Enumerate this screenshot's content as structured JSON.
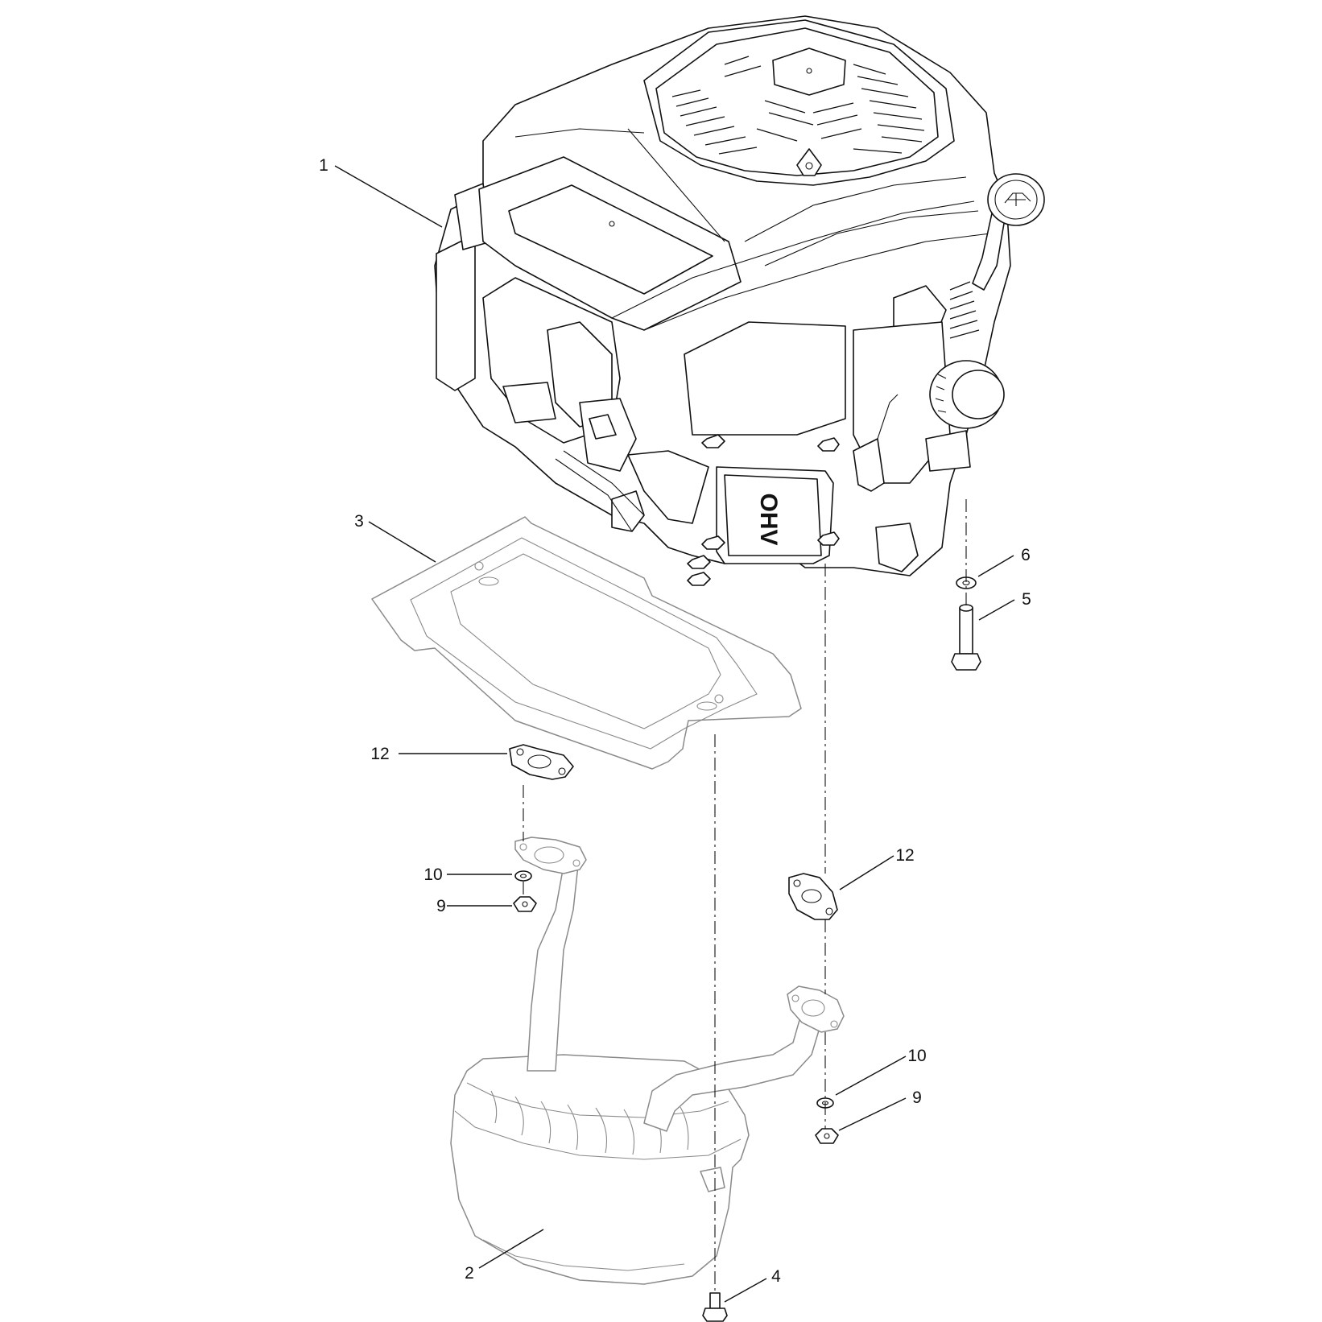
{
  "diagram": {
    "engine_cover_text": "OHV",
    "callouts": [
      {
        "id": "c1",
        "label": "1"
      },
      {
        "id": "c2",
        "label": "2"
      },
      {
        "id": "c3",
        "label": "3"
      },
      {
        "id": "c4",
        "label": "4"
      },
      {
        "id": "c5",
        "label": "5"
      },
      {
        "id": "c6",
        "label": "6"
      },
      {
        "id": "c9a",
        "label": "9"
      },
      {
        "id": "c9b",
        "label": "9"
      },
      {
        "id": "c10a",
        "label": "10"
      },
      {
        "id": "c10b",
        "label": "10"
      },
      {
        "id": "c12a",
        "label": "12"
      },
      {
        "id": "c12b",
        "label": "12"
      }
    ]
  }
}
